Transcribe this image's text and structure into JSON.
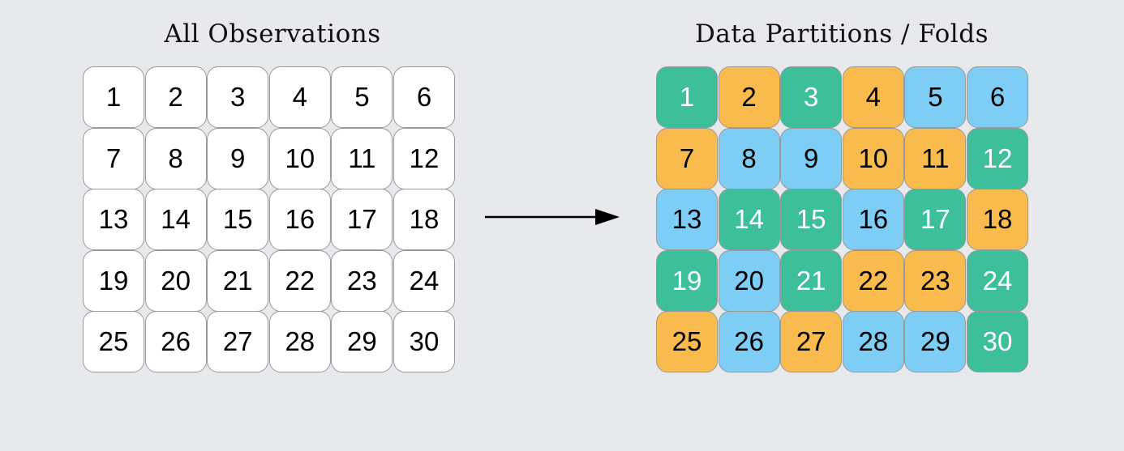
{
  "left_panel": {
    "title": "All Observations",
    "cells": [
      "1",
      "2",
      "3",
      "4",
      "5",
      "6",
      "7",
      "8",
      "9",
      "10",
      "11",
      "12",
      "13",
      "14",
      "15",
      "16",
      "17",
      "18",
      "19",
      "20",
      "21",
      "22",
      "23",
      "24",
      "25",
      "26",
      "27",
      "28",
      "29",
      "30"
    ],
    "cell_color": "#ffffff",
    "text_color": "#000000"
  },
  "right_panel": {
    "title": "Data Partitions / Folds",
    "fold_colors": {
      "teal": {
        "fill": "#3dbf9c",
        "text": "#ffffff"
      },
      "orange": {
        "fill": "#f9bb4d",
        "text": "#000000"
      },
      "blue": {
        "fill": "#7dcdf4",
        "text": "#000000"
      }
    },
    "cells": [
      {
        "label": "1",
        "fold": "teal"
      },
      {
        "label": "2",
        "fold": "orange"
      },
      {
        "label": "3",
        "fold": "teal"
      },
      {
        "label": "4",
        "fold": "orange"
      },
      {
        "label": "5",
        "fold": "blue"
      },
      {
        "label": "6",
        "fold": "blue"
      },
      {
        "label": "7",
        "fold": "orange"
      },
      {
        "label": "8",
        "fold": "blue"
      },
      {
        "label": "9",
        "fold": "blue"
      },
      {
        "label": "10",
        "fold": "orange"
      },
      {
        "label": "11",
        "fold": "orange"
      },
      {
        "label": "12",
        "fold": "teal"
      },
      {
        "label": "13",
        "fold": "blue"
      },
      {
        "label": "14",
        "fold": "teal"
      },
      {
        "label": "15",
        "fold": "teal"
      },
      {
        "label": "16",
        "fold": "blue"
      },
      {
        "label": "17",
        "fold": "teal"
      },
      {
        "label": "18",
        "fold": "orange"
      },
      {
        "label": "19",
        "fold": "teal"
      },
      {
        "label": "20",
        "fold": "blue"
      },
      {
        "label": "21",
        "fold": "teal"
      },
      {
        "label": "22",
        "fold": "orange"
      },
      {
        "label": "23",
        "fold": "orange"
      },
      {
        "label": "24",
        "fold": "teal"
      },
      {
        "label": "25",
        "fold": "orange"
      },
      {
        "label": "26",
        "fold": "blue"
      },
      {
        "label": "27",
        "fold": "orange"
      },
      {
        "label": "28",
        "fold": "blue"
      },
      {
        "label": "29",
        "fold": "blue"
      },
      {
        "label": "30",
        "fold": "teal"
      }
    ]
  },
  "arrow": {
    "icon": "right-arrow-icon",
    "color": "#000000"
  }
}
